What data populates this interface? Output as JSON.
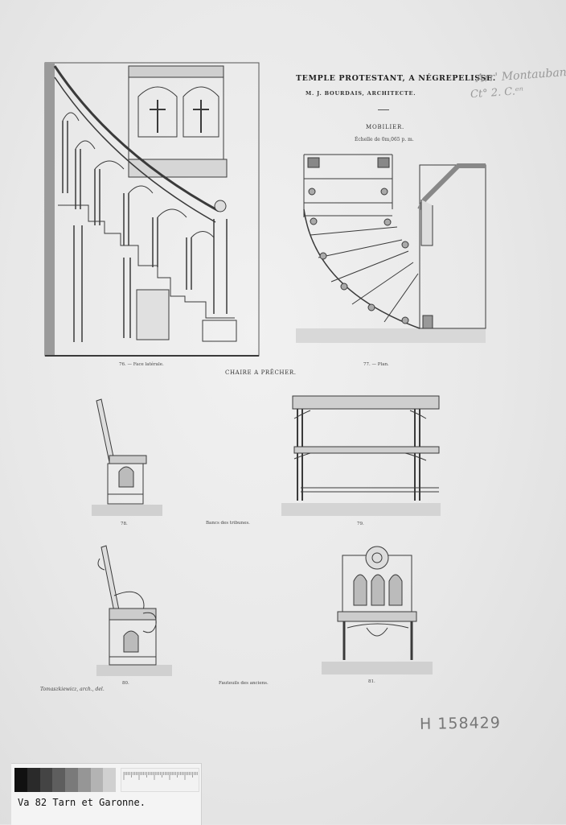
{
  "header": {
    "title": "TEMPLE PROTESTANT, A NÉGREPELISSE.",
    "architect": "M. J. BOURDAIS, ARCHITECTE.",
    "section": "MOBILIER.",
    "scale": "Échelle de 0m,065 p. m."
  },
  "handwritten": {
    "line1": "Arr' Montauban",
    "line2": "Ct° 2. C.ᵉⁿ",
    "inventory": "H 158429"
  },
  "captions": {
    "fig76": "76. — Face latérale.",
    "fig77": "77. — Plan.",
    "chaire": "CHAIRE A PRÊCHER.",
    "fig78": "78.",
    "bancs": "Bancs des tribunes.",
    "fig79": "79.",
    "fig80": "80.",
    "fauteuils": "Fauteuils des anciens.",
    "fig81": "81.",
    "draughtsman": "Tomaszkiewicz, arch., del."
  },
  "label": {
    "reference": "Va 82 Tarn et Garonne.",
    "gray_scale": [
      "#111111",
      "#2a2a2a",
      "#444444",
      "#5e5e5e",
      "#7a7a7a",
      "#969696",
      "#b3b3b3",
      "#d0d0d0"
    ]
  }
}
